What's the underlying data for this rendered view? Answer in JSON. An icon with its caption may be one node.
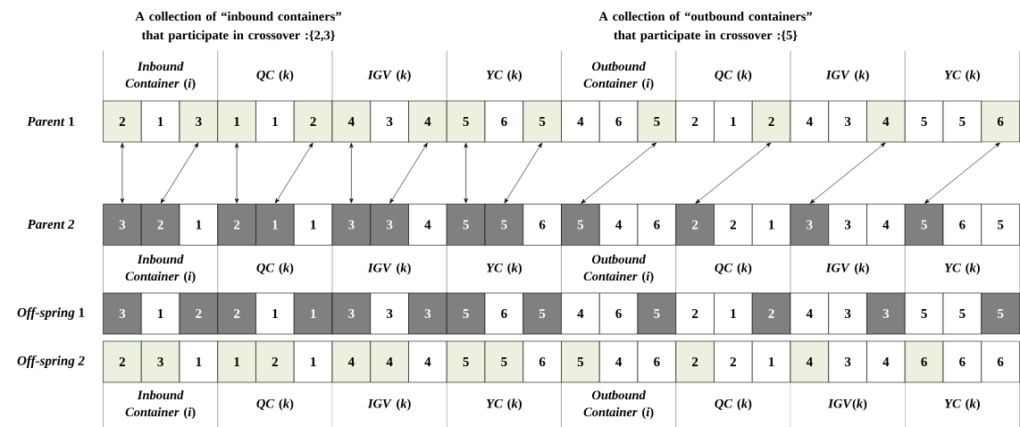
{
  "diagram": {
    "nodes": [
      {
        "text": [
          "2"
        ]
      },
      {
        "text": [
          "1"
        ]
      },
      {
        "text": [
          "3"
        ]
      },
      {
        "text": [
          "1"
        ]
      },
      {
        "text": [
          "1"
        ]
      },
      {
        "text": [
          "2"
        ]
      },
      {
        "text": [
          "4"
        ]
      },
      {
        "text": [
          "3"
        ]
      },
      {
        "text": [
          "4"
        ]
      },
      {
        "text": [
          "5"
        ]
      },
      {
        "text": [
          "6"
        ]
      },
      {
        "text": [
          "5"
        ]
      },
      {
        "text": [
          "4"
        ]
      },
      {
        "text": [
          "6"
        ]
      },
      {
        "text": [
          "5"
        ]
      },
      {
        "text": [
          "2"
        ]
      },
      {
        "text": [
          "1"
        ]
      },
      {
        "text": [
          "2"
        ]
      },
      {
        "text": [
          "4"
        ]
      },
      {
        "text": [
          "3"
        ]
      },
      {
        "text": [
          "4"
        ]
      },
      {
        "text": [
          "5"
        ]
      },
      {
        "text": [
          "5"
        ]
      },
      {
        "text": [
          "6"
        ]
      },
      {
        "text": [
          "3"
        ]
      },
      {
        "text": [
          "2"
        ]
      },
      {
        "text": [
          "1"
        ]
      },
      {
        "text": [
          "2"
        ]
      },
      {
        "text": [
          "1"
        ]
      },
      {
        "text": [
          "1"
        ]
      },
      {
        "text": [
          "3"
        ]
      },
      {
        "text": [
          "3"
        ]
      },
      {
        "text": [
          "4"
        ]
      },
      {
        "text": [
          "5"
        ]
      },
      {
        "text": [
          "5"
        ]
      },
      {
        "text": [
          "6"
        ]
      },
      {
        "text": [
          "5"
        ]
      },
      {
        "text": [
          "4"
        ]
      },
      {
        "text": [
          "6"
        ]
      },
      {
        "text": [
          "2"
        ]
      },
      {
        "text": [
          "2"
        ]
      },
      {
        "text": [
          "1"
        ]
      },
      {
        "text": [
          "3"
        ]
      },
      {
        "text": [
          "3"
        ]
      },
      {
        "text": [
          "4"
        ]
      },
      {
        "text": [
          "5"
        ]
      },
      {
        "text": [
          "6"
        ]
      },
      {
        "text": [
          "5"
        ]
      },
      {
        "text": [
          "3"
        ]
      },
      {
        "text": [
          "1"
        ]
      },
      {
        "text": [
          "2"
        ]
      },
      {
        "text": [
          "2"
        ]
      },
      {
        "text": [
          "1"
        ]
      },
      {
        "text": [
          "1"
        ]
      },
      {
        "text": [
          "3"
        ]
      },
      {
        "text": [
          "3"
        ]
      },
      {
        "text": [
          "3"
        ]
      },
      {
        "text": [
          "5"
        ]
      },
      {
        "text": [
          "6"
        ]
      },
      {
        "text": [
          "5"
        ]
      },
      {
        "text": [
          "4"
        ]
      },
      {
        "text": [
          "6"
        ]
      },
      {
        "text": [
          "5"
        ]
      },
      {
        "text": [
          "2"
        ]
      },
      {
        "text": [
          "1"
        ]
      },
      {
        "text": [
          "2"
        ]
      },
      {
        "text": [
          "4"
        ]
      },
      {
        "text": [
          "3"
        ]
      },
      {
        "text": [
          "3"
        ]
      },
      {
        "text": [
          "5"
        ]
      },
      {
        "text": [
          "5"
        ]
      },
      {
        "text": [
          "5"
        ]
      },
      {
        "text": [
          "2"
        ]
      },
      {
        "text": [
          "3"
        ]
      },
      {
        "text": [
          "1"
        ]
      },
      {
        "text": [
          "1"
        ]
      },
      {
        "text": [
          "2"
        ]
      },
      {
        "text": [
          "1"
        ]
      },
      {
        "text": [
          "4"
        ]
      },
      {
        "text": [
          "4"
        ]
      },
      {
        "text": [
          "4"
        ]
      },
      {
        "text": [
          "5"
        ]
      },
      {
        "text": [
          "5"
        ]
      },
      {
        "text": [
          "6"
        ]
      },
      {
        "text": [
          "5"
        ]
      },
      {
        "text": [
          "4"
        ]
      },
      {
        "text": [
          "6"
        ]
      },
      {
        "text": [
          "2"
        ]
      },
      {
        "text": [
          "2"
        ]
      },
      {
        "text": [
          "1"
        ]
      },
      {
        "text": [
          "4"
        ]
      },
      {
        "text": [
          "3"
        ]
      },
      {
        "text": [
          "4"
        ]
      },
      {
        "text": [
          "6"
        ]
      },
      {
        "text": [
          "6"
        ]
      },
      {
        "text": [
          "6"
        ]
      }
    ],
    "edges": [
      {
        "from": 0,
        "to": 24,
        "arrow": "both"
      },
      {
        "from": 2,
        "to": 25,
        "arrow": "both"
      },
      {
        "from": 3,
        "to": 27,
        "arrow": "both"
      },
      {
        "from": 5,
        "to": 28,
        "arrow": "both"
      },
      {
        "from": 6,
        "to": 30,
        "arrow": "both"
      },
      {
        "from": 8,
        "to": 31,
        "arrow": "both"
      },
      {
        "from": 9,
        "to": 33,
        "arrow": "both"
      },
      {
        "from": 11,
        "to": 34,
        "arrow": "both"
      },
      {
        "from": 14,
        "to": 36,
        "arrow": "both"
      },
      {
        "from": 17,
        "to": 39,
        "arrow": "both"
      },
      {
        "from": 20,
        "to": 42,
        "arrow": "both"
      },
      {
        "from": 23,
        "to": 45,
        "arrow": "both"
      }
    ],
    "labels": [
      "A collection of “inbound containers” that participate in crossover :{2,3}",
      "A collection of “outbound containers” that participate in crossover :{5}",
      "*Inbound Container* (*i*)",
      "*QC* (*k*)",
      "*IGV* (*k*)",
      "*YC* (*k*)",
      "*Outbound Container* (*i*)",
      "*QC* (*k*)",
      "*IGV* (*k*)",
      "*YC* (*k*)",
      "*Parent* 1",
      "Parent 2",
      "*Inbound Container* (*i*)",
      "*QC* (*k*)",
      "*IGV* (*k*)",
      "*YC* (*k*)",
      "*Outbound Container* (*i*)",
      "*QC* (*k*)",
      "*IGV* (*k*)",
      "*YC* (*k*)",
      "*Off-spring* 1",
      "Off-spring 2",
      "*Inbound Container* (*i*)",
      "*QC* (*k*)",
      "*IGV* (*k*)",
      "*YC* (*k*)",
      "*Outbound Container* (*i*)",
      "*QC* (*k*)",
      "*IGV*(*k*)",
      "*YC* (*k*)"
    ]
  }
}
